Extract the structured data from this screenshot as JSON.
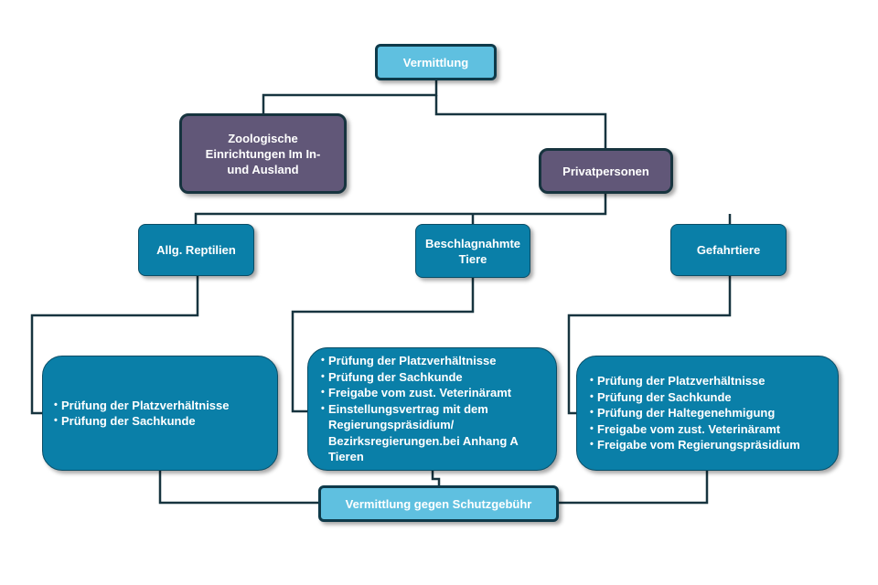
{
  "nodes": {
    "root": {
      "label": "Vermittlung"
    },
    "zoo": {
      "label": "Zoologische Einrichtungen Im In- und Ausland"
    },
    "private": {
      "label": "Privatpersonen"
    },
    "reptiles": {
      "label": "Allg. Reptilien"
    },
    "confiscated": {
      "label": "Beschlagnahmte Tiere"
    },
    "dangerous": {
      "label": "Gefahrtiere"
    },
    "fee": {
      "label": "Vermittlung gegen Schutzgebühr"
    }
  },
  "details": {
    "reptiles": {
      "items": [
        "Prüfung der Platzverhältnisse",
        "Prüfung der Sachkunde"
      ]
    },
    "confiscated": {
      "items": [
        "Prüfung der Platzverhältnisse",
        "Prüfung der Sachkunde",
        "Freigabe vom zust. Veterinäramt",
        "Einstellungsvertrag mit dem Regierungspräsidium/ Bezirksregierungen.bei Anhang A Tieren"
      ]
    },
    "dangerous": {
      "items": [
        "Prüfung der Platzverhältnisse",
        "Prüfung der Sachkunde",
        "Prüfung der Haltegenehmigung",
        "Freigabe vom zust. Veterinäramt",
        "Freigabe vom Regierungspräsidium"
      ]
    }
  },
  "colors": {
    "connector": "#17343f",
    "light_box": "#5fc0e0",
    "purple_box": "#615778",
    "teal_box": "#0a7fa8"
  }
}
